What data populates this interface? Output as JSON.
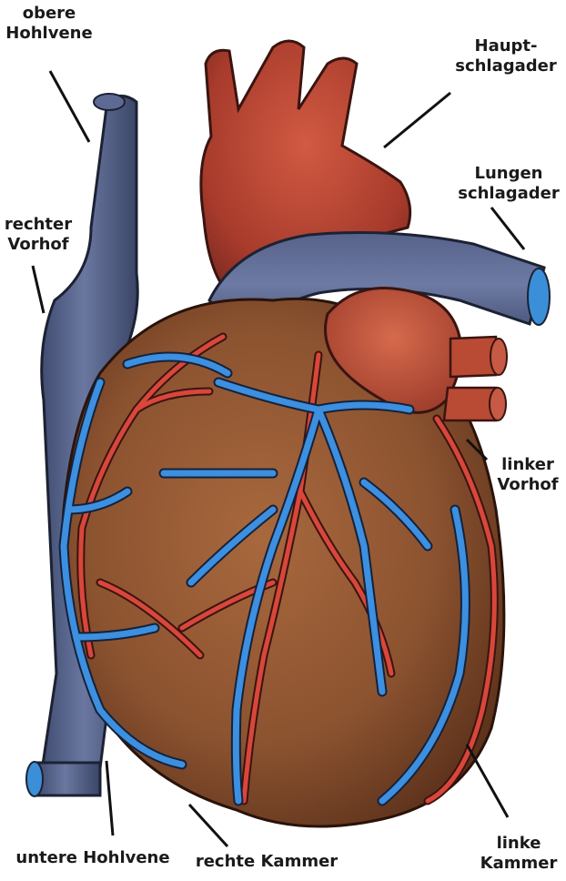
{
  "diagram": {
    "labels": {
      "obere_hohlvene": [
        "obere",
        "Hohlvene"
      ],
      "hauptschlagader": [
        "Haupt-",
        "schlagader"
      ],
      "lungenschlagader": [
        "Lungen",
        "schlagader"
      ],
      "rechter_vorhof": [
        "rechter",
        "Vorhof"
      ],
      "linker_vorhof": [
        "linker",
        "Vorhof"
      ],
      "untere_hohlvene": "untere Hohlvene",
      "rechte_kammer": "rechte Kammer",
      "linke_kammer": [
        "linke",
        "Kammer"
      ]
    }
  }
}
